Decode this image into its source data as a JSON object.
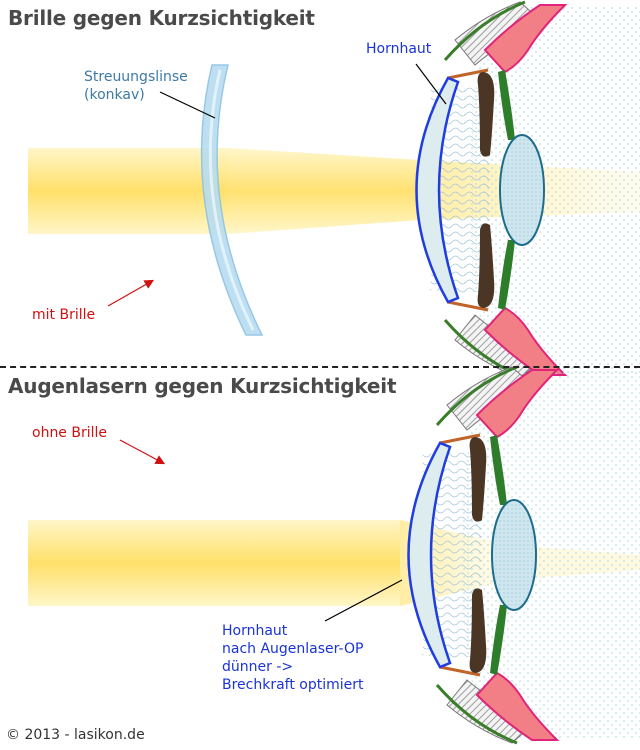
{
  "top_panel": {
    "title": "Brille gegen Kurzsichtigkeit",
    "lens_label_line1": "Streuungslinse",
    "lens_label_line2": "(konkav)",
    "cornea_label": "Hornhaut",
    "with_glasses_label": "mit Brille"
  },
  "bottom_panel": {
    "title": "Augenlasern gegen Kurzsichtigkeit",
    "without_glasses_label": "ohne Brille",
    "cornea_label_line1": "Hornhaut",
    "cornea_label_line2": "nach Augenlaser-OP",
    "cornea_label_line3": "dünner ->",
    "cornea_label_line4": "Brechkraft optimiert"
  },
  "footer": {
    "copyright": "© 2013 - lasikon.de"
  },
  "colors": {
    "beam": "#ffe27a",
    "cornea_outline": "#1f3de0",
    "cornea_fill": "#dcecef",
    "lens_fill": "#cfe6ee",
    "lens_outline": "#1c6c8c",
    "iris": "#4b3626",
    "ciliary": "#2e7d2a",
    "sclera": "#f37f86",
    "sclera_edge": "#e0247a",
    "eyelid_hatch": "#777777",
    "arrow_red": "#d01010",
    "concave_lens": "#a8d4ee"
  }
}
